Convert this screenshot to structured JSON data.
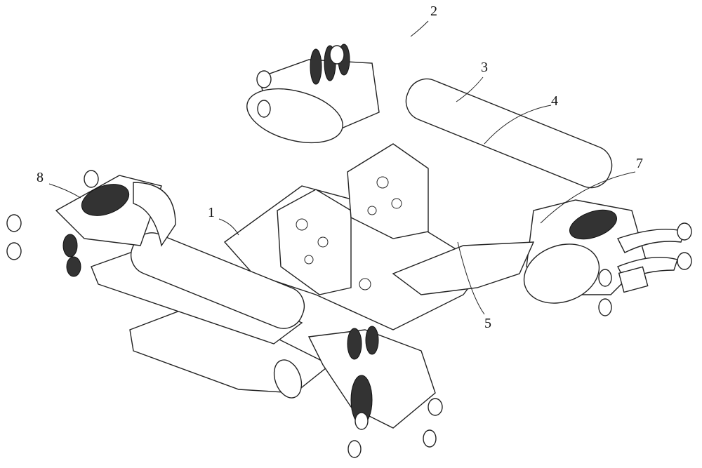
{
  "figure": {
    "reference_labels": [
      {
        "id": "label-1",
        "text": "1"
      },
      {
        "id": "label-2",
        "text": "2"
      },
      {
        "id": "label-3",
        "text": "3"
      },
      {
        "id": "label-4",
        "text": "4"
      },
      {
        "id": "label-5",
        "text": "5"
      },
      {
        "id": "label-7",
        "text": "7"
      },
      {
        "id": "label-8",
        "text": "8"
      }
    ]
  }
}
